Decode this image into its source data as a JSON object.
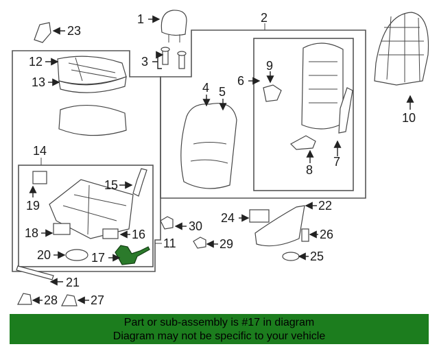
{
  "diagram": {
    "callouts": {
      "c1": "1",
      "c2": "2",
      "c3": "3",
      "c4": "4",
      "c5": "5",
      "c6": "6",
      "c7": "7",
      "c8": "8",
      "c9": "9",
      "c10": "10",
      "c11": "11",
      "c12": "12",
      "c13": "13",
      "c14": "14",
      "c15": "15",
      "c16": "16",
      "c17": "17",
      "c18": "18",
      "c19": "19",
      "c20": "20",
      "c21": "21",
      "c22": "22",
      "c23": "23",
      "c24": "24",
      "c25": "25",
      "c26": "26",
      "c27": "27",
      "c28": "28",
      "c29": "29",
      "c30": "30"
    },
    "highlighted_part": "17",
    "highlight_color": "#2b7a2b"
  },
  "banner": {
    "line1": "Part or sub-assembly is #17 in diagram",
    "line2": "Diagram may not be specific to your vehicle",
    "background": "#1c7d1e"
  }
}
